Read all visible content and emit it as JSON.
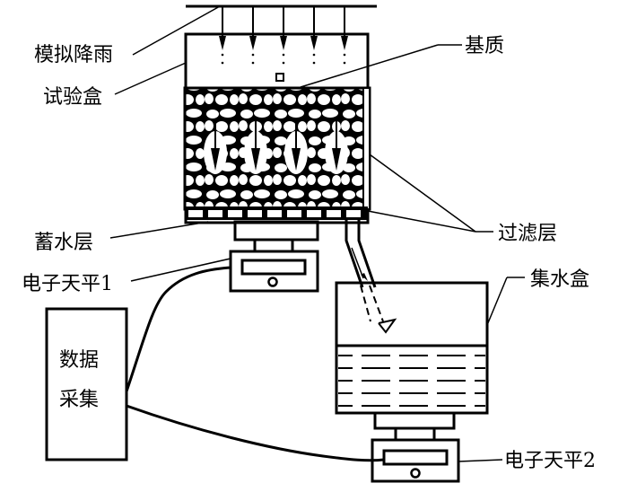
{
  "diagram": {
    "title": "",
    "labels": {
      "simulated_rainfall": "模拟降雨",
      "test_box": "试验盒",
      "substrate": "基质",
      "water_storage_layer": "蓄水层",
      "filter_layer": "过滤层",
      "balance_1": "电子天平1",
      "data_acquisition_line1": "数据",
      "data_acquisition_line2": "采集",
      "collection_box": "集水盒",
      "balance_2": "电子天平2"
    },
    "colors": {
      "ink": "#000000",
      "background": "#ffffff"
    },
    "rain_arrow_count": 5,
    "substrate_flow_arrow_count": 4,
    "water_level_lines": 5
  }
}
